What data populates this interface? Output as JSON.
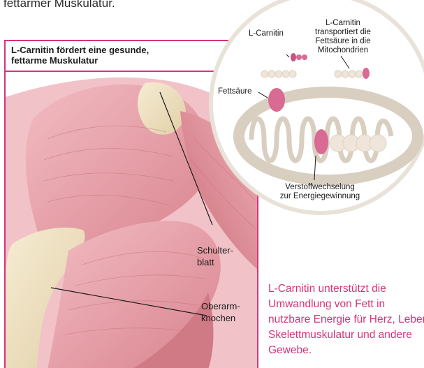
{
  "intro_text": "fettarmer Muskulatur.",
  "panel": {
    "title": "L-Carnitin fördert eine gesunde,\nfettarme Muskulatur"
  },
  "labels": {
    "schulterblatt": "Schulter-\nblatt",
    "oberarmknochen": "Oberarm-\nknochen"
  },
  "circle": {
    "l_carnitin": "L-Carnitin",
    "transport": "L-Carnitin\ntransportiert die\nFettsäure in die\nMitochondrien",
    "fettsaeure": "Fettsäure",
    "verstoffwechselung": "Verstoffwechselung\nzur Energiegewinnung"
  },
  "caption": "L-Carnitin unterstützt die Umwandlung von Fett in nutzbare Energie für Herz, Leber, Skelettmuskulatur und andere Gewebe.",
  "colors": {
    "accent": "#d6337a",
    "muscle": "#e7a6ad",
    "bone": "#efe2c4",
    "mitochondria": "#d9cfc1"
  }
}
